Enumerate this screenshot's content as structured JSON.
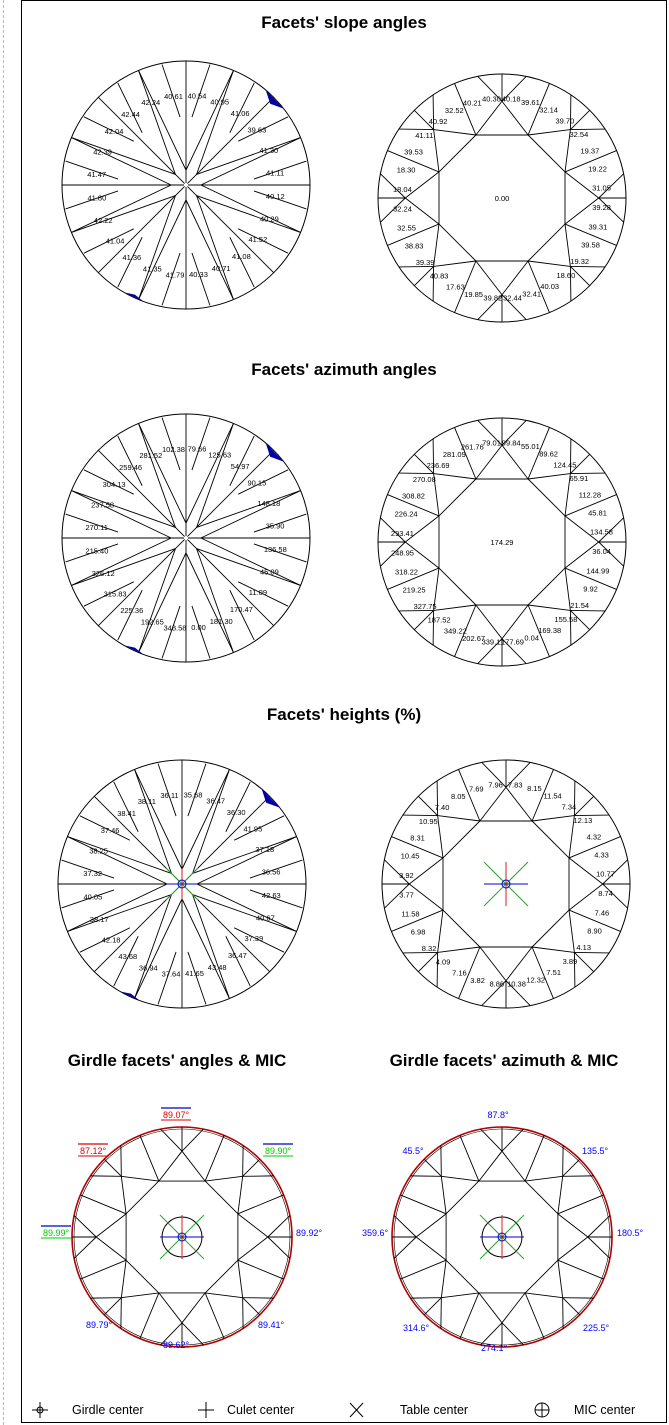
{
  "sections": {
    "slope": "Facets' slope angles",
    "azimuth": "Facets' azimuth angles",
    "heights": "Facets' heights (%)",
    "girdle_angles": "Girdle facets' angles & MIC",
    "girdle_azimuth": "Girdle facets' azimuth & MIC"
  },
  "diagrams": {
    "slope_pavilion": [
      "40.61",
      "40.54",
      "40.95",
      "41.06",
      "39.63",
      "41.30",
      "41.11",
      "40.12",
      "40.29",
      "41.52",
      "41.08",
      "40.71",
      "40.33",
      "41.79",
      "41.35",
      "41.36",
      "41.04",
      "42.22",
      "41.80",
      "41.47",
      "42.39",
      "42.04",
      "42.44",
      "42.24"
    ],
    "slope_crown": [
      "40.30",
      "40.18",
      "39.61",
      "32.14",
      "39.70",
      "32.54",
      "19.37",
      "19.22",
      "31.05",
      "39.28",
      "39.31",
      "39.58",
      "19.32",
      "18.60",
      "40.03",
      "32.41",
      "0.00",
      "32.44",
      "39.82",
      "19.85",
      "17.63",
      "40.83",
      "39.39",
      "38.83",
      "32.55",
      "32.24",
      "18.04",
      "18.30",
      "39.53",
      "41.11",
      "40.92",
      "32.52",
      "40.21"
    ],
    "azimuth_pavilion": [
      "102.38",
      "79.66",
      "125.63",
      "54.97",
      "90.15",
      "148.18",
      "35.90",
      "136.58",
      "45.09",
      "11.09",
      "170.47",
      "181.30",
      "0.00",
      "348.58",
      "192.65",
      "225.36",
      "315.83",
      "326.12",
      "215.40",
      "270.11",
      "237.58",
      "304.13",
      "259.46",
      "281.52"
    ],
    "azimuth_crown": [
      "79.01",
      "99.84",
      "55.01",
      "89.62",
      "124.45",
      "65.91",
      "112.28",
      "45.81",
      "134.58",
      "36.04",
      "144.99",
      "9.92",
      "21.54",
      "155.58",
      "169.38",
      "0.04",
      "174.29",
      "177.69",
      "339.11",
      "202.67",
      "349.22",
      "187.52",
      "327.75",
      "219.25",
      "318.22",
      "248.95",
      "293.41",
      "226.24",
      "308.82",
      "270.08",
      "236.69",
      "281.09",
      "261.76"
    ],
    "heights_pavilion": [
      "36.11",
      "35.68",
      "36.47",
      "36.30",
      "41.95",
      "37.18",
      "36.56",
      "42.63",
      "40.67",
      "37.39",
      "36.47",
      "43.48",
      "41.65",
      "37.64",
      "36.94",
      "43.68",
      "42.18",
      "38.17",
      "40.05",
      "37.32",
      "38.25",
      "37.46",
      "38.41",
      "38.11"
    ],
    "heights_crown": [
      "7.96",
      "7.83",
      "8.15",
      "11.54",
      "7.34",
      "12.13",
      "4.32",
      "4.33",
      "10.77",
      "8.74",
      "7.46",
      "8.90",
      "4.13",
      "3.89",
      "7.51",
      "12.32",
      "10.38",
      "8.86",
      "3.82",
      "7.16",
      "4.09",
      "8.32",
      "6.98",
      "11.58",
      "3.77",
      "3.92",
      "10.45",
      "8.31",
      "10.95",
      "7.40",
      "8.05",
      "7.69"
    ],
    "girdle_angles": [
      {
        "text": "89.07°",
        "color": "#e00000",
        "bar": "#0000cc"
      },
      {
        "text": "87.12°",
        "color": "#e00000",
        "bar": "#e00000"
      },
      {
        "text": "89.90°",
        "color": "#00cc00",
        "bar": "#0000cc"
      },
      {
        "text": "89.99°",
        "color": "#00cc00",
        "bar": "#0000cc"
      },
      {
        "text": "89.92°",
        "color": "#0000ff",
        "bar": ""
      },
      {
        "text": "89.79°",
        "color": "#0000ff",
        "bar": ""
      },
      {
        "text": "89.41°",
        "color": "#0000ff",
        "bar": ""
      },
      {
        "text": "89.62°",
        "color": "#0000ff",
        "bar": ""
      }
    ],
    "girdle_azimuth": [
      {
        "text": "87.8°",
        "color": "#0000ff"
      },
      {
        "text": "45.5°",
        "color": "#0000ff"
      },
      {
        "text": "135.5°",
        "color": "#0000ff"
      },
      {
        "text": "359.6°",
        "color": "#0000ff"
      },
      {
        "text": "180.5°",
        "color": "#0000ff"
      },
      {
        "text": "314.6°",
        "color": "#0000ff"
      },
      {
        "text": "225.5°",
        "color": "#0000ff"
      },
      {
        "text": "274.1°",
        "color": "#0000ff"
      }
    ]
  },
  "legend": {
    "girdle_center": "Girdle center",
    "culet_center": "Culet center",
    "table_center": "Table center",
    "mic_center": "MIC center"
  },
  "colors": {
    "girdle_outline": "#b00000",
    "mic_blue": "#0000cc",
    "table_green": "#2ea02e",
    "culet_red": "#d02020"
  }
}
